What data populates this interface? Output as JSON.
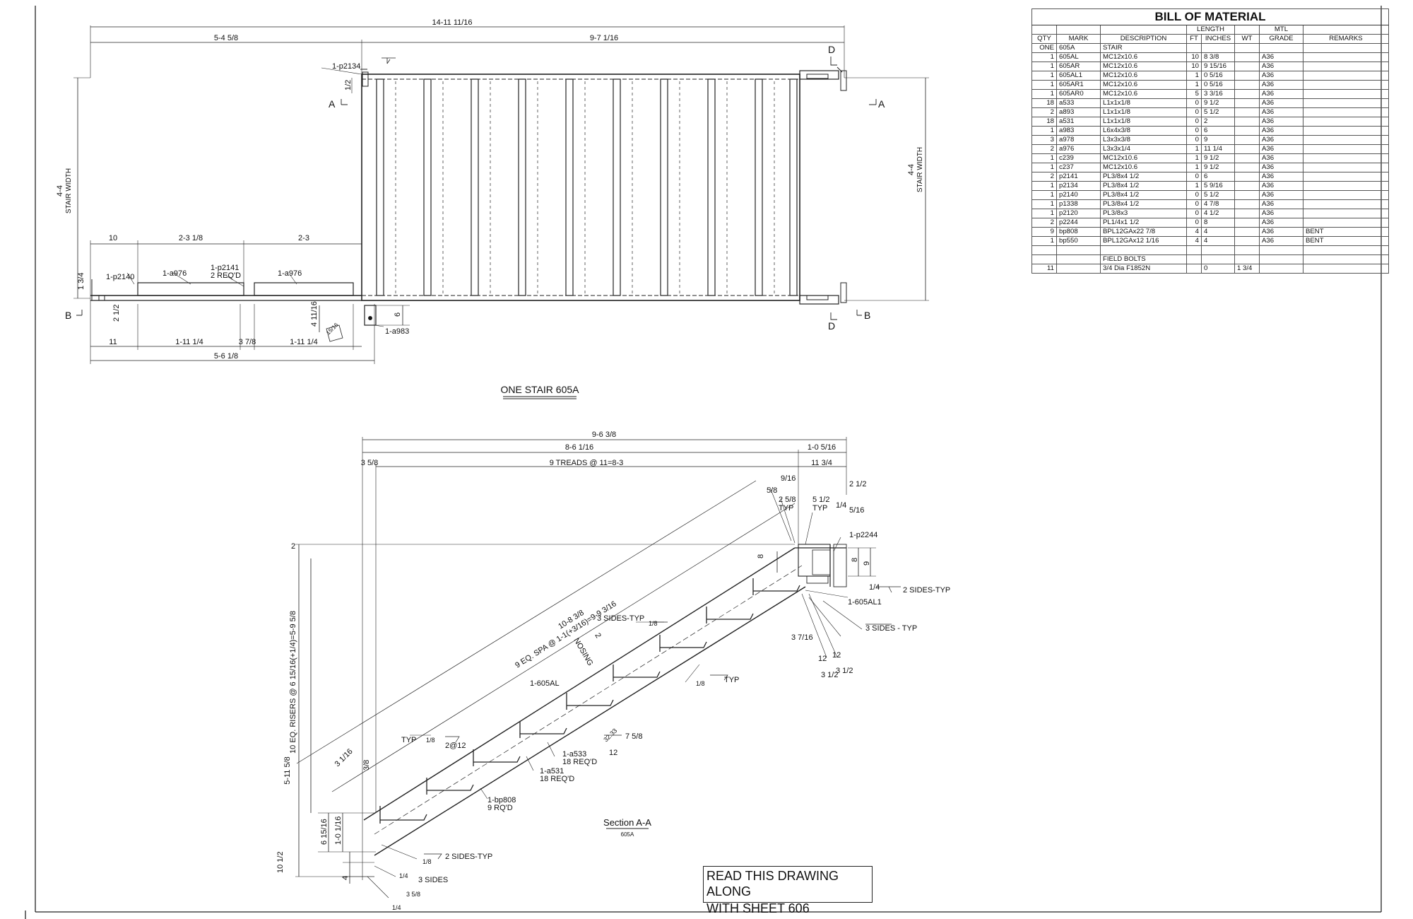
{
  "bom": {
    "title": "BILL OF MATERIAL",
    "group_headers": {
      "length": "LENGTH",
      "mtl": "MTL"
    },
    "columns": [
      "QTY",
      "MARK",
      "DESCRIPTION",
      "FT",
      "INCHES",
      "WT",
      "GRADE",
      "REMARKS"
    ],
    "rows": [
      [
        "ONE",
        "605A",
        "STAIR",
        "",
        "",
        "",
        "",
        ""
      ],
      [
        "1",
        "605AL",
        "MC12x10.6",
        "10",
        "8 3/8",
        "",
        "A36",
        ""
      ],
      [
        "1",
        "605AR",
        "MC12x10.6",
        "10",
        "9 15/16",
        "",
        "A36",
        ""
      ],
      [
        "1",
        "605AL1",
        "MC12x10.6",
        "1",
        "0 5/16",
        "",
        "A36",
        ""
      ],
      [
        "1",
        "605AR1",
        "MC12x10.6",
        "1",
        "0 5/16",
        "",
        "A36",
        ""
      ],
      [
        "1",
        "605AR0",
        "MC12x10.6",
        "5",
        "3 3/16",
        "",
        "A36",
        ""
      ],
      [
        "18",
        "a533",
        "L1x1x1/8",
        "0",
        "9 1/2",
        "",
        "A36",
        ""
      ],
      [
        "2",
        "a893",
        "L1x1x1/8",
        "0",
        "5 1/2",
        "",
        "A36",
        ""
      ],
      [
        "18",
        "a531",
        "L1x1x1/8",
        "0",
        "2",
        "",
        "A36",
        ""
      ],
      [
        "1",
        "a983",
        "L6x4x3/8",
        "0",
        "6",
        "",
        "A36",
        ""
      ],
      [
        "3",
        "a978",
        "L3x3x3/8",
        "0",
        "9",
        "",
        "A36",
        ""
      ],
      [
        "2",
        "a976",
        "L3x3x1/4",
        "1",
        "11 1/4",
        "",
        "A36",
        ""
      ],
      [
        "1",
        "c239",
        "MC12x10.6",
        "1",
        "9 1/2",
        "",
        "A36",
        ""
      ],
      [
        "1",
        "c237",
        "MC12x10.6",
        "1",
        "9 1/2",
        "",
        "A36",
        ""
      ],
      [
        "2",
        "p2141",
        "PL3/8x4 1/2",
        "0",
        "6",
        "",
        "A36",
        ""
      ],
      [
        "1",
        "p2134",
        "PL3/8x4 1/2",
        "1",
        "5 9/16",
        "",
        "A36",
        ""
      ],
      [
        "1",
        "p2140",
        "PL3/8x4 1/2",
        "0",
        "5 1/2",
        "",
        "A36",
        ""
      ],
      [
        "1",
        "p1338",
        "PL3/8x4 1/2",
        "0",
        "4 7/8",
        "",
        "A36",
        ""
      ],
      [
        "1",
        "p2120",
        "PL3/8x3",
        "0",
        "4 1/2",
        "",
        "A36",
        ""
      ],
      [
        "2",
        "p2244",
        "PL1/4x1 1/2",
        "0",
        "8",
        "",
        "A36",
        ""
      ],
      [
        "9",
        "bp808",
        "BPL12GAx22 7/8",
        "4",
        "4",
        "",
        "A36",
        "BENT"
      ],
      [
        "1",
        "bp550",
        "BPL12GAx12 1/16",
        "4",
        "4",
        "",
        "A36",
        "BENT"
      ],
      [
        "",
        "",
        "",
        "",
        "",
        "",
        "",
        ""
      ],
      [
        "",
        "",
        "FIELD BOLTS",
        "",
        "",
        "",
        "",
        ""
      ],
      [
        "11",
        "",
        "3/4 Dia F1852N",
        "",
        "0",
        "1 3/4",
        "",
        ""
      ]
    ]
  },
  "plan": {
    "caption": "ONE STAIR 605A",
    "dims": {
      "overall": "14-11 11/16",
      "left": "5-4 5/8",
      "right": "9-7 1/16",
      "width_l": "4-4",
      "width_l_label": "STAIR WIDTH",
      "width_r": "4-4",
      "width_r_label": "STAIR WIDTH",
      "d10": "10",
      "d231": "2-3 1/8",
      "d23": "2-3",
      "d34": "1 3/4",
      "d212": "2 1/2",
      "d11": "11",
      "d1114a": "1-11 1/4",
      "d378": "3 7/8",
      "d1114b": "1-11 1/4",
      "d561": "5-6 1/8",
      "d4": "4 11/16",
      "d12": "1/2",
      "d6": "6",
      "d1516": "15/16"
    },
    "labels": {
      "p2134": "1-p2134",
      "p2140": "1-p2140",
      "a976a": "1-a976",
      "p2141": "1-p2141",
      "p2141b": "2 REQ'D",
      "a976b": "1-a976",
      "a983": "1-a983"
    },
    "section_marks": {
      "A_left": "A",
      "A_right": "A",
      "B_left": "B",
      "B_right": "B",
      "D_top": "D",
      "D_bottom": "D"
    }
  },
  "section": {
    "title": "Section A-A",
    "sub": "605A",
    "dims": {
      "overall": "9-6 3/8",
      "d861": "8-6 1/16",
      "d105": "1-0 5/16",
      "d358": "3 5/8",
      "treads": "9 TREADS @ 11=8-3",
      "d1134": "11 3/4",
      "d916": "9/16",
      "d212": "2 1/2",
      "d58": "5/8",
      "d258": "2 5/8",
      "typ1": "TYP",
      "d512": "5 1/2",
      "typ2": "TYP",
      "d14": "1/4",
      "d516": "5/16",
      "d2": "2",
      "d8a": "8",
      "d8b": "8",
      "d9": "9",
      "d5115": "5-11 5/8",
      "risers": "10 EQ. RISERS @ 6 15/16(+1/4)=5-9 5/8",
      "d1083": "10-8 3/8",
      "spa": "9 EQ. SPA @ 1-1(+3/16)=9-9 3/16",
      "nosing": "NOSING",
      "nosing2": "2",
      "d3116": "3 1/16",
      "d38": "3/8",
      "d6516": "6 15/16",
      "d1016": "1-0 1/16",
      "d1012": "10 1/2",
      "d4": "4",
      "d3716": "3 7/16",
      "d12a": "12",
      "d12b": "12",
      "d312a": "3 1/2",
      "d312b": "3 1/2",
      "slope1": "32.33",
      "slope2": "7 5/8",
      "slope3": "12",
      "w2at12": "2@12",
      "wtyp": "TYP"
    },
    "labels": {
      "p2244": "1-p2244",
      "sides2typ": "2 SIDES-TYP",
      "ar1": "1-605AL1",
      "sides3typ": "3 SIDES - TYP",
      "sides3typb": "3 SIDES-TYP",
      "typ": "TYP",
      "al": "1-605AL",
      "a533": "1-a533",
      "a533b": "18 REQ'D",
      "a531": "1-a531",
      "a531b": "18 REQ'D",
      "bp808": "1-bp808",
      "bp808b": "9 RQ'D",
      "sides2typb": "2 SIDES-TYP",
      "sides3": "3 SIDES",
      "w18": "1/8",
      "w14": "1/4",
      "w358": "3 5/8"
    }
  },
  "note": {
    "line1": "READ THIS DRAWING ALONG",
    "line2": "WITH SHEET 606"
  }
}
